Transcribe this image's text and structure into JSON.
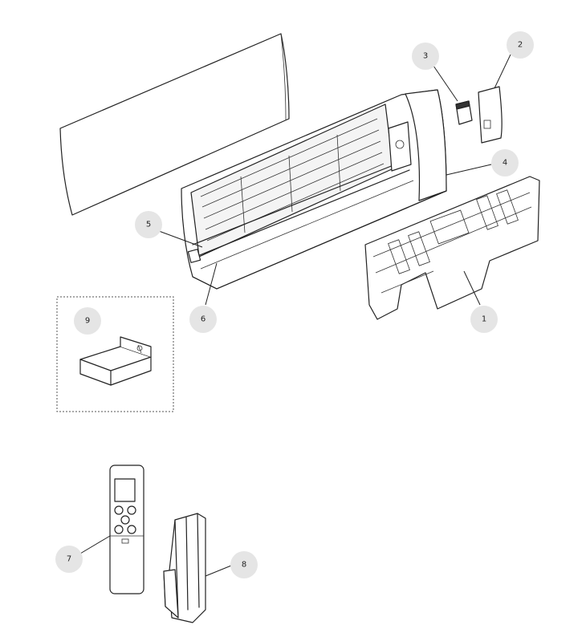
{
  "callouts": [
    {
      "id": "1",
      "label": "1"
    },
    {
      "id": "2",
      "label": "2"
    },
    {
      "id": "3",
      "label": "3"
    },
    {
      "id": "4",
      "label": "4"
    },
    {
      "id": "5",
      "label": "5"
    },
    {
      "id": "6",
      "label": "6"
    },
    {
      "id": "7",
      "label": "7"
    },
    {
      "id": "8",
      "label": "8"
    },
    {
      "id": "9",
      "label": "9"
    }
  ],
  "colors": {
    "callout_fill": "#e5e5e5",
    "line": "#222222",
    "background": "#ffffff"
  }
}
